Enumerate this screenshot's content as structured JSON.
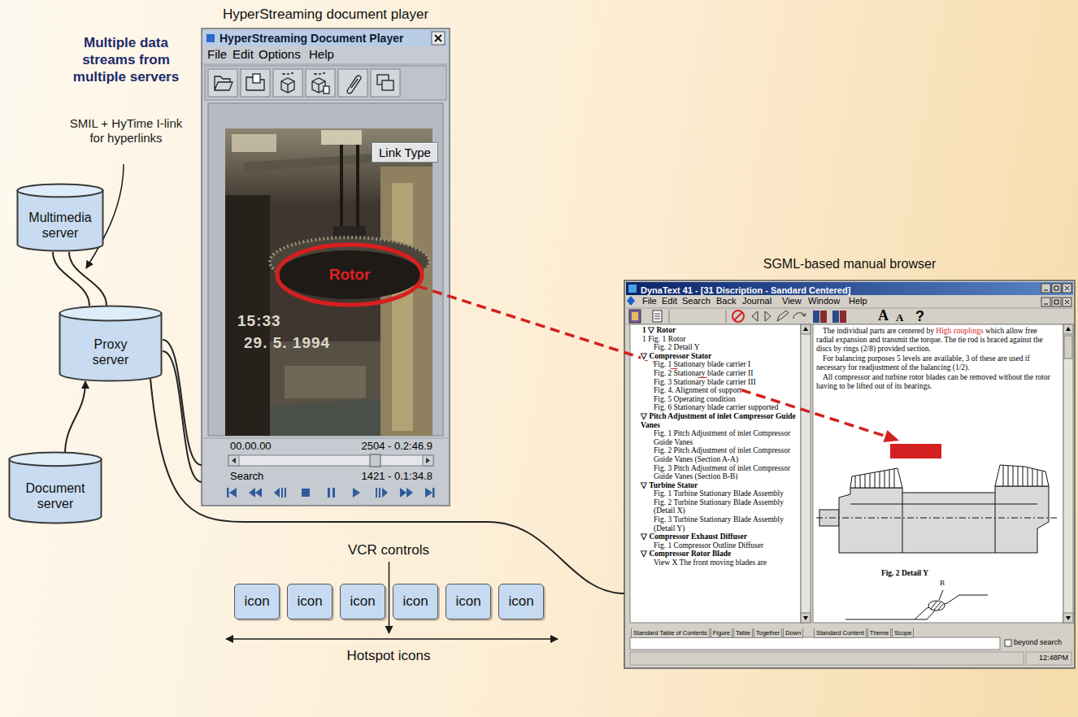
{
  "diagram": {
    "nodes": [
      {
        "text": [
          "HyperStreaming document player",
          "HyperStreaming Document Player"
        ]
      },
      {
        "text": [
          "Link Type"
        ],
        "in": 0
      },
      {
        "text": [
          "Rotor"
        ],
        "in": 0
      },
      {
        "text": [
          "Multimedia server"
        ]
      },
      {
        "text": [
          "Proxy server"
        ]
      },
      {
        "text": [
          "Document server"
        ]
      },
      {
        "text": [
          "SGML-based manual browser",
          "DynaText 41 - [31 Discription - Sandard Centered]"
        ]
      },
      {
        "text": [
          "icon"
        ]
      },
      {
        "text": [
          "icon"
        ]
      },
      {
        "text": [
          "icon"
        ]
      },
      {
        "text": [
          "icon"
        ]
      },
      {
        "text": [
          "icon"
        ]
      },
      {
        "text": [
          "icon"
        ]
      }
    ],
    "edges": [
      {
        "from": 3,
        "to": 4,
        "arrow": "none"
      },
      {
        "from": 3,
        "to": 4,
        "arrow": "none"
      },
      {
        "from": 5,
        "to": 4,
        "arrow": "to"
      },
      {
        "from": 4,
        "to": 0,
        "arrow": "none"
      },
      {
        "from": 4,
        "to": 0,
        "arrow": "none"
      },
      {
        "from": 4,
        "to": 6,
        "arrow": "none"
      }
    ],
    "labels": [
      "Multiple data streams from multiple servers",
      "SMIL + HyTime I-link for hyperlinks",
      "VCR controls",
      "Hotspot icons",
      "File",
      "Edit",
      "Options",
      "Help",
      "15:33",
      "29. 5. 1994",
      "00.00.00",
      "2504 - 0.2:46.9",
      "Search",
      "1421 - 0.1:34.8",
      "File",
      "Edit",
      "Search",
      "Back",
      "Journal",
      "View",
      "Window",
      "Help",
      "A",
      "A",
      "?",
      "1 ▽ Rotor",
      "1 Fig. 1 Rotor",
      "Fig. 2 Detail Y",
      "▽ Compressor Stator",
      "Fig. 1 Stationary blade carrier I",
      "Fig. 2 Stationary blade carrier II",
      "Fig. 3 Stationary blade carrier III",
      "Fig. 4. Alignment of support",
      "Fig. 5 Operating condition",
      "Fig. 6 Stationary blade carrier supported",
      "▽ Pitch Adjustment of inlet Compressor Guide Vanes",
      "Fig. 1 Pitch Adjustment of inlet Compressor Guide Vanes",
      "Fig. 2 Pitch Adjustment of inlet Compressor Guide Vanes (Section A-A)",
      "Fig. 3 Pitch Adjustment of inlet Compressor Guide Vanes (Section B-B)",
      "▽ Turbine Stator",
      "Fig. 1 Turbine Stationary Blade Assembly",
      "Fig. 2 Turbine Stationary Blade Assembly (Detail X)",
      "Fig. 3 Turbine Stationary Blade Assembly (Detail Y)",
      "▽ Compressor Exhaust Diffuser",
      "Fig. 1 Compressor Outline Diffuser",
      "▽ Compressor Rotor Blade",
      "View X The front moving blades are",
      "The individual parts are centered by",
      "High couplings",
      "which allow free radial expansion and transmit the torque. The tie rod is braced against the discs by rings (2/8) provided section.",
      "For balancing purposes 5 levels are available, 3 of these are used if necessary for readjustment of the balancing (1/2).",
      "All compressor and turbine rotor blades can be removed without the rotor having to be lifted out of its bearings.",
      "Fig. 2 Detail Y",
      "B",
      "Standard Table of Contents",
      "Figure",
      "Table",
      "Together",
      "Down",
      "Standard Content",
      "Theme",
      "Scope",
      "beyond search",
      "12:48PM"
    ]
  }
}
